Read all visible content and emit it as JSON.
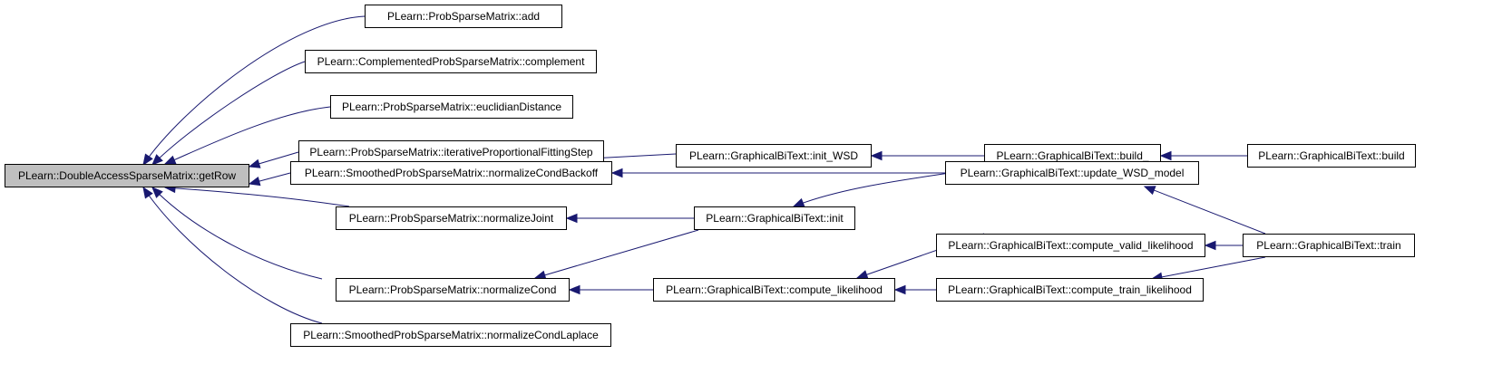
{
  "nodes": [
    {
      "id": "getRow",
      "label": "PLearn::DoubleAccessSparseMatrix::getRow",
      "root": true
    },
    {
      "id": "add",
      "label": "PLearn::ProbSparseMatrix::add"
    },
    {
      "id": "complement",
      "label": "PLearn::ComplementedProbSparseMatrix::complement"
    },
    {
      "id": "euclid",
      "label": "PLearn::ProbSparseMatrix::euclidianDistance"
    },
    {
      "id": "ipf",
      "label": "PLearn::ProbSparseMatrix::iterativeProportionalFittingStep"
    },
    {
      "id": "ncb",
      "label": "PLearn::SmoothedProbSparseMatrix::normalizeCondBackoff"
    },
    {
      "id": "njoint",
      "label": "PLearn::ProbSparseMatrix::normalizeJoint"
    },
    {
      "id": "ncond",
      "label": "PLearn::ProbSparseMatrix::normalizeCond"
    },
    {
      "id": "ncl",
      "label": "PLearn::SmoothedProbSparseMatrix::normalizeCondLaplace"
    },
    {
      "id": "initwsd",
      "label": "PLearn::GraphicalBiText::init_WSD"
    },
    {
      "id": "init",
      "label": "PLearn::GraphicalBiText::init"
    },
    {
      "id": "clik",
      "label": "PLearn::GraphicalBiText::compute_likelihood"
    },
    {
      "id": "build_",
      "label": "PLearn::GraphicalBiText::build_"
    },
    {
      "id": "uwsd",
      "label": "PLearn::GraphicalBiText::update_WSD_model"
    },
    {
      "id": "cvl",
      "label": "PLearn::GraphicalBiText::compute_valid_likelihood"
    },
    {
      "id": "ctl",
      "label": "PLearn::GraphicalBiText::compute_train_likelihood"
    },
    {
      "id": "build",
      "label": "PLearn::GraphicalBiText::build"
    },
    {
      "id": "train",
      "label": "PLearn::GraphicalBiText::train"
    }
  ],
  "edges": [
    {
      "from": "add",
      "to": "getRow"
    },
    {
      "from": "complement",
      "to": "getRow"
    },
    {
      "from": "euclid",
      "to": "getRow"
    },
    {
      "from": "ipf",
      "to": "getRow"
    },
    {
      "from": "ncb",
      "to": "getRow"
    },
    {
      "from": "njoint",
      "to": "getRow"
    },
    {
      "from": "ncond",
      "to": "getRow"
    },
    {
      "from": "ncl",
      "to": "getRow"
    },
    {
      "from": "initwsd",
      "to": "ncb"
    },
    {
      "from": "uwsd",
      "to": "ncb"
    },
    {
      "from": "init",
      "to": "njoint"
    },
    {
      "from": "init",
      "to": "ncond"
    },
    {
      "from": "clik",
      "to": "ncond"
    },
    {
      "from": "build_",
      "to": "initwsd"
    },
    {
      "from": "build_",
      "to": "init"
    },
    {
      "from": "cvl",
      "to": "clik"
    },
    {
      "from": "ctl",
      "to": "clik"
    },
    {
      "from": "build",
      "to": "build_"
    },
    {
      "from": "train",
      "to": "uwsd"
    },
    {
      "from": "train",
      "to": "cvl"
    },
    {
      "from": "train",
      "to": "ctl"
    }
  ]
}
